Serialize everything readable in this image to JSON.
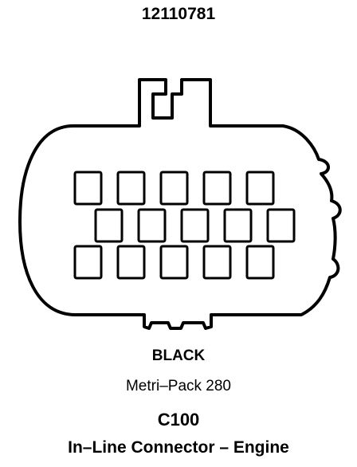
{
  "part_number": "12110781",
  "connector": {
    "color": "BLACK",
    "terminal_type": "Metri–Pack 280",
    "id": "C100",
    "description": "In–Line Connector – Engine",
    "cavity_rows": [
      5,
      5,
      5
    ]
  },
  "colors": {
    "line": "#000000",
    "background": "#ffffff"
  }
}
